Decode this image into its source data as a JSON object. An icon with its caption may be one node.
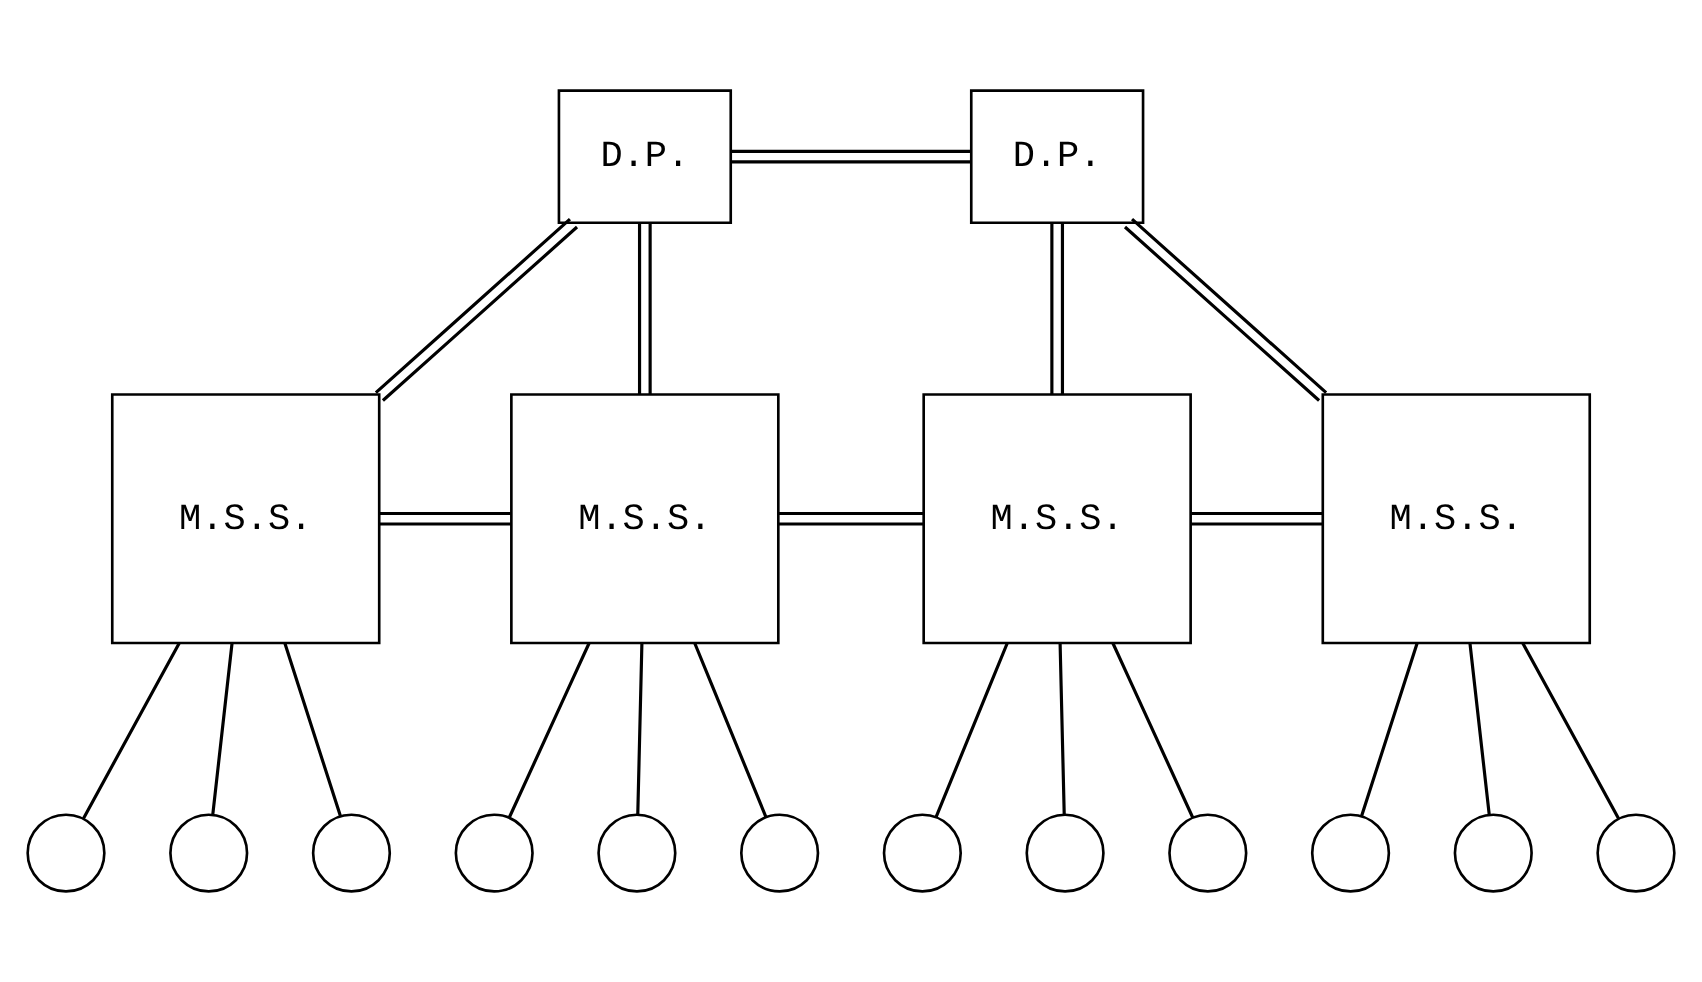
{
  "diagram": {
    "nodes": [
      {
        "text": [
          "D.P."
        ]
      },
      {
        "text": [
          "D.P."
        ]
      },
      {
        "text": [
          "M.S.S."
        ]
      },
      {
        "text": [
          "M.S.S."
        ]
      },
      {
        "text": [
          "M.S.S."
        ]
      },
      {
        "text": [
          "M.S.S."
        ]
      },
      {
        "text": [],
        "shape": "circle"
      },
      {
        "text": [],
        "shape": "circle"
      },
      {
        "text": [],
        "shape": "circle"
      },
      {
        "text": [],
        "shape": "circle"
      },
      {
        "text": [],
        "shape": "circle"
      },
      {
        "text": [],
        "shape": "circle"
      },
      {
        "text": [],
        "shape": "circle"
      },
      {
        "text": [],
        "shape": "circle"
      },
      {
        "text": [],
        "shape": "circle"
      },
      {
        "text": [],
        "shape": "circle"
      },
      {
        "text": [],
        "shape": "circle"
      },
      {
        "text": [],
        "shape": "circle"
      }
    ],
    "edges": [
      {
        "from": 0,
        "to": 1,
        "arrow": "none"
      },
      {
        "from": 0,
        "to": 2,
        "arrow": "none"
      },
      {
        "from": 0,
        "to": 3,
        "arrow": "none"
      },
      {
        "from": 1,
        "to": 4,
        "arrow": "none"
      },
      {
        "from": 1,
        "to": 5,
        "arrow": "none"
      },
      {
        "from": 2,
        "to": 3,
        "arrow": "none"
      },
      {
        "from": 3,
        "to": 4,
        "arrow": "none"
      },
      {
        "from": 4,
        "to": 5,
        "arrow": "none"
      },
      {
        "from": 2,
        "to": 6,
        "arrow": "none"
      },
      {
        "from": 2,
        "to": 7,
        "arrow": "none"
      },
      {
        "from": 2,
        "to": 8,
        "arrow": "none"
      },
      {
        "from": 3,
        "to": 9,
        "arrow": "none"
      },
      {
        "from": 3,
        "to": 10,
        "arrow": "none"
      },
      {
        "from": 3,
        "to": 11,
        "arrow": "none"
      },
      {
        "from": 4,
        "to": 12,
        "arrow": "none"
      },
      {
        "from": 4,
        "to": 13,
        "arrow": "none"
      },
      {
        "from": 4,
        "to": 14,
        "arrow": "none"
      },
      {
        "from": 5,
        "to": 15,
        "arrow": "none"
      },
      {
        "from": 5,
        "to": 16,
        "arrow": "none"
      },
      {
        "from": 5,
        "to": 17,
        "arrow": "none"
      }
    ]
  }
}
